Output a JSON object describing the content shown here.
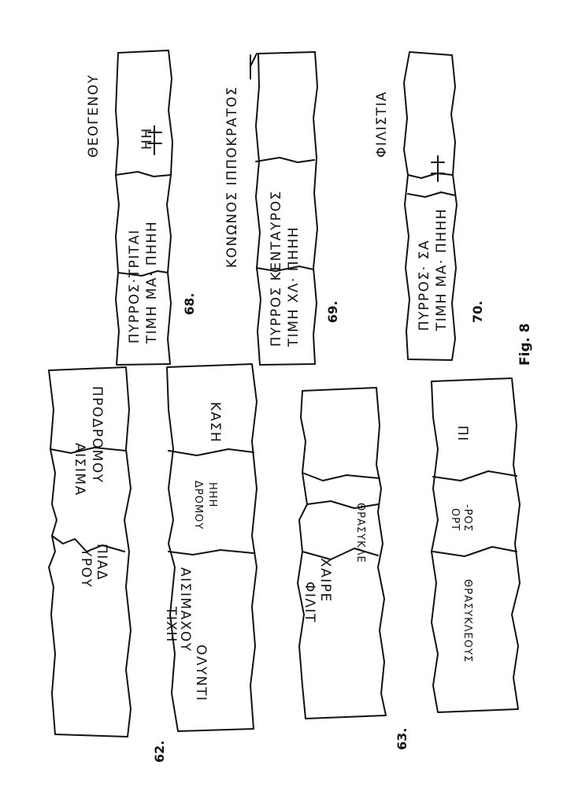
{
  "figure_label": "Fig. 8",
  "sherds": {
    "s68": {
      "number": "68.",
      "upper_inscription": "ΘΕΟΓΕΝΟΥ",
      "line1": "ΠΥΡΡΟΣ·ΤΡΙΤΑΙ",
      "line2": "ΤΙΜΗ ΜΑ· ΠΗΗΗ",
      "right_mark": "ΗΗ"
    },
    "s69": {
      "number": "69.",
      "upper_inscription": "ΚΟΝΩΝΟΣ ΙΠΠΟΚΡΑΤΟΣ",
      "line1": "ΠΥΡΡΟΣ ΚΕΝΤΑΥΡΟΣ",
      "line2": "ΤΙΜΗ ΧΛ· ΠΗΗΗ"
    },
    "s70": {
      "number": "70.",
      "upper_inscription": "ΦΙΛΙΣΤΙΑ",
      "line1": "ΠΥΡΡΟΣ· ΣΑ",
      "line2": "ΤΙΜΗ ΜΑ· ΠΗΗΗ"
    },
    "s62": {
      "number": "62.",
      "right_line1": "ΑΙΣΙΜΑ",
      "right_line2": "ΠΡΟΔΡΟΜΟΥ",
      "mid_line1": "ΠΙΑΔ",
      "mid_line2": "ΥΡΟΥ",
      "left_line1": "ΟΛΥΝΤΙ",
      "left_line2": "ΑΙΣΙΜΑΧΟΥ",
      "left_line3": "ΤΙΧΗ",
      "middle_panel_line1": "ΔΡΟΜΟΥ",
      "middle_panel_line2": "ΗΗΗ",
      "top_right_text": "ΚΑΣΗ"
    },
    "s63": {
      "number": "63.",
      "text_a1": "ΧΑΙΡΕ",
      "text_a2": "ΦΙΛΙΤ",
      "text_b": "ΘΡΑΣΥΚΛΕ",
      "text_c1": "-ΡΟΣ",
      "text_c2": "ΟΡΤ",
      "text_d": "ΘΡΑΣΥΚΛΕΟΥΣ",
      "text_e": "ΠΙ"
    }
  }
}
